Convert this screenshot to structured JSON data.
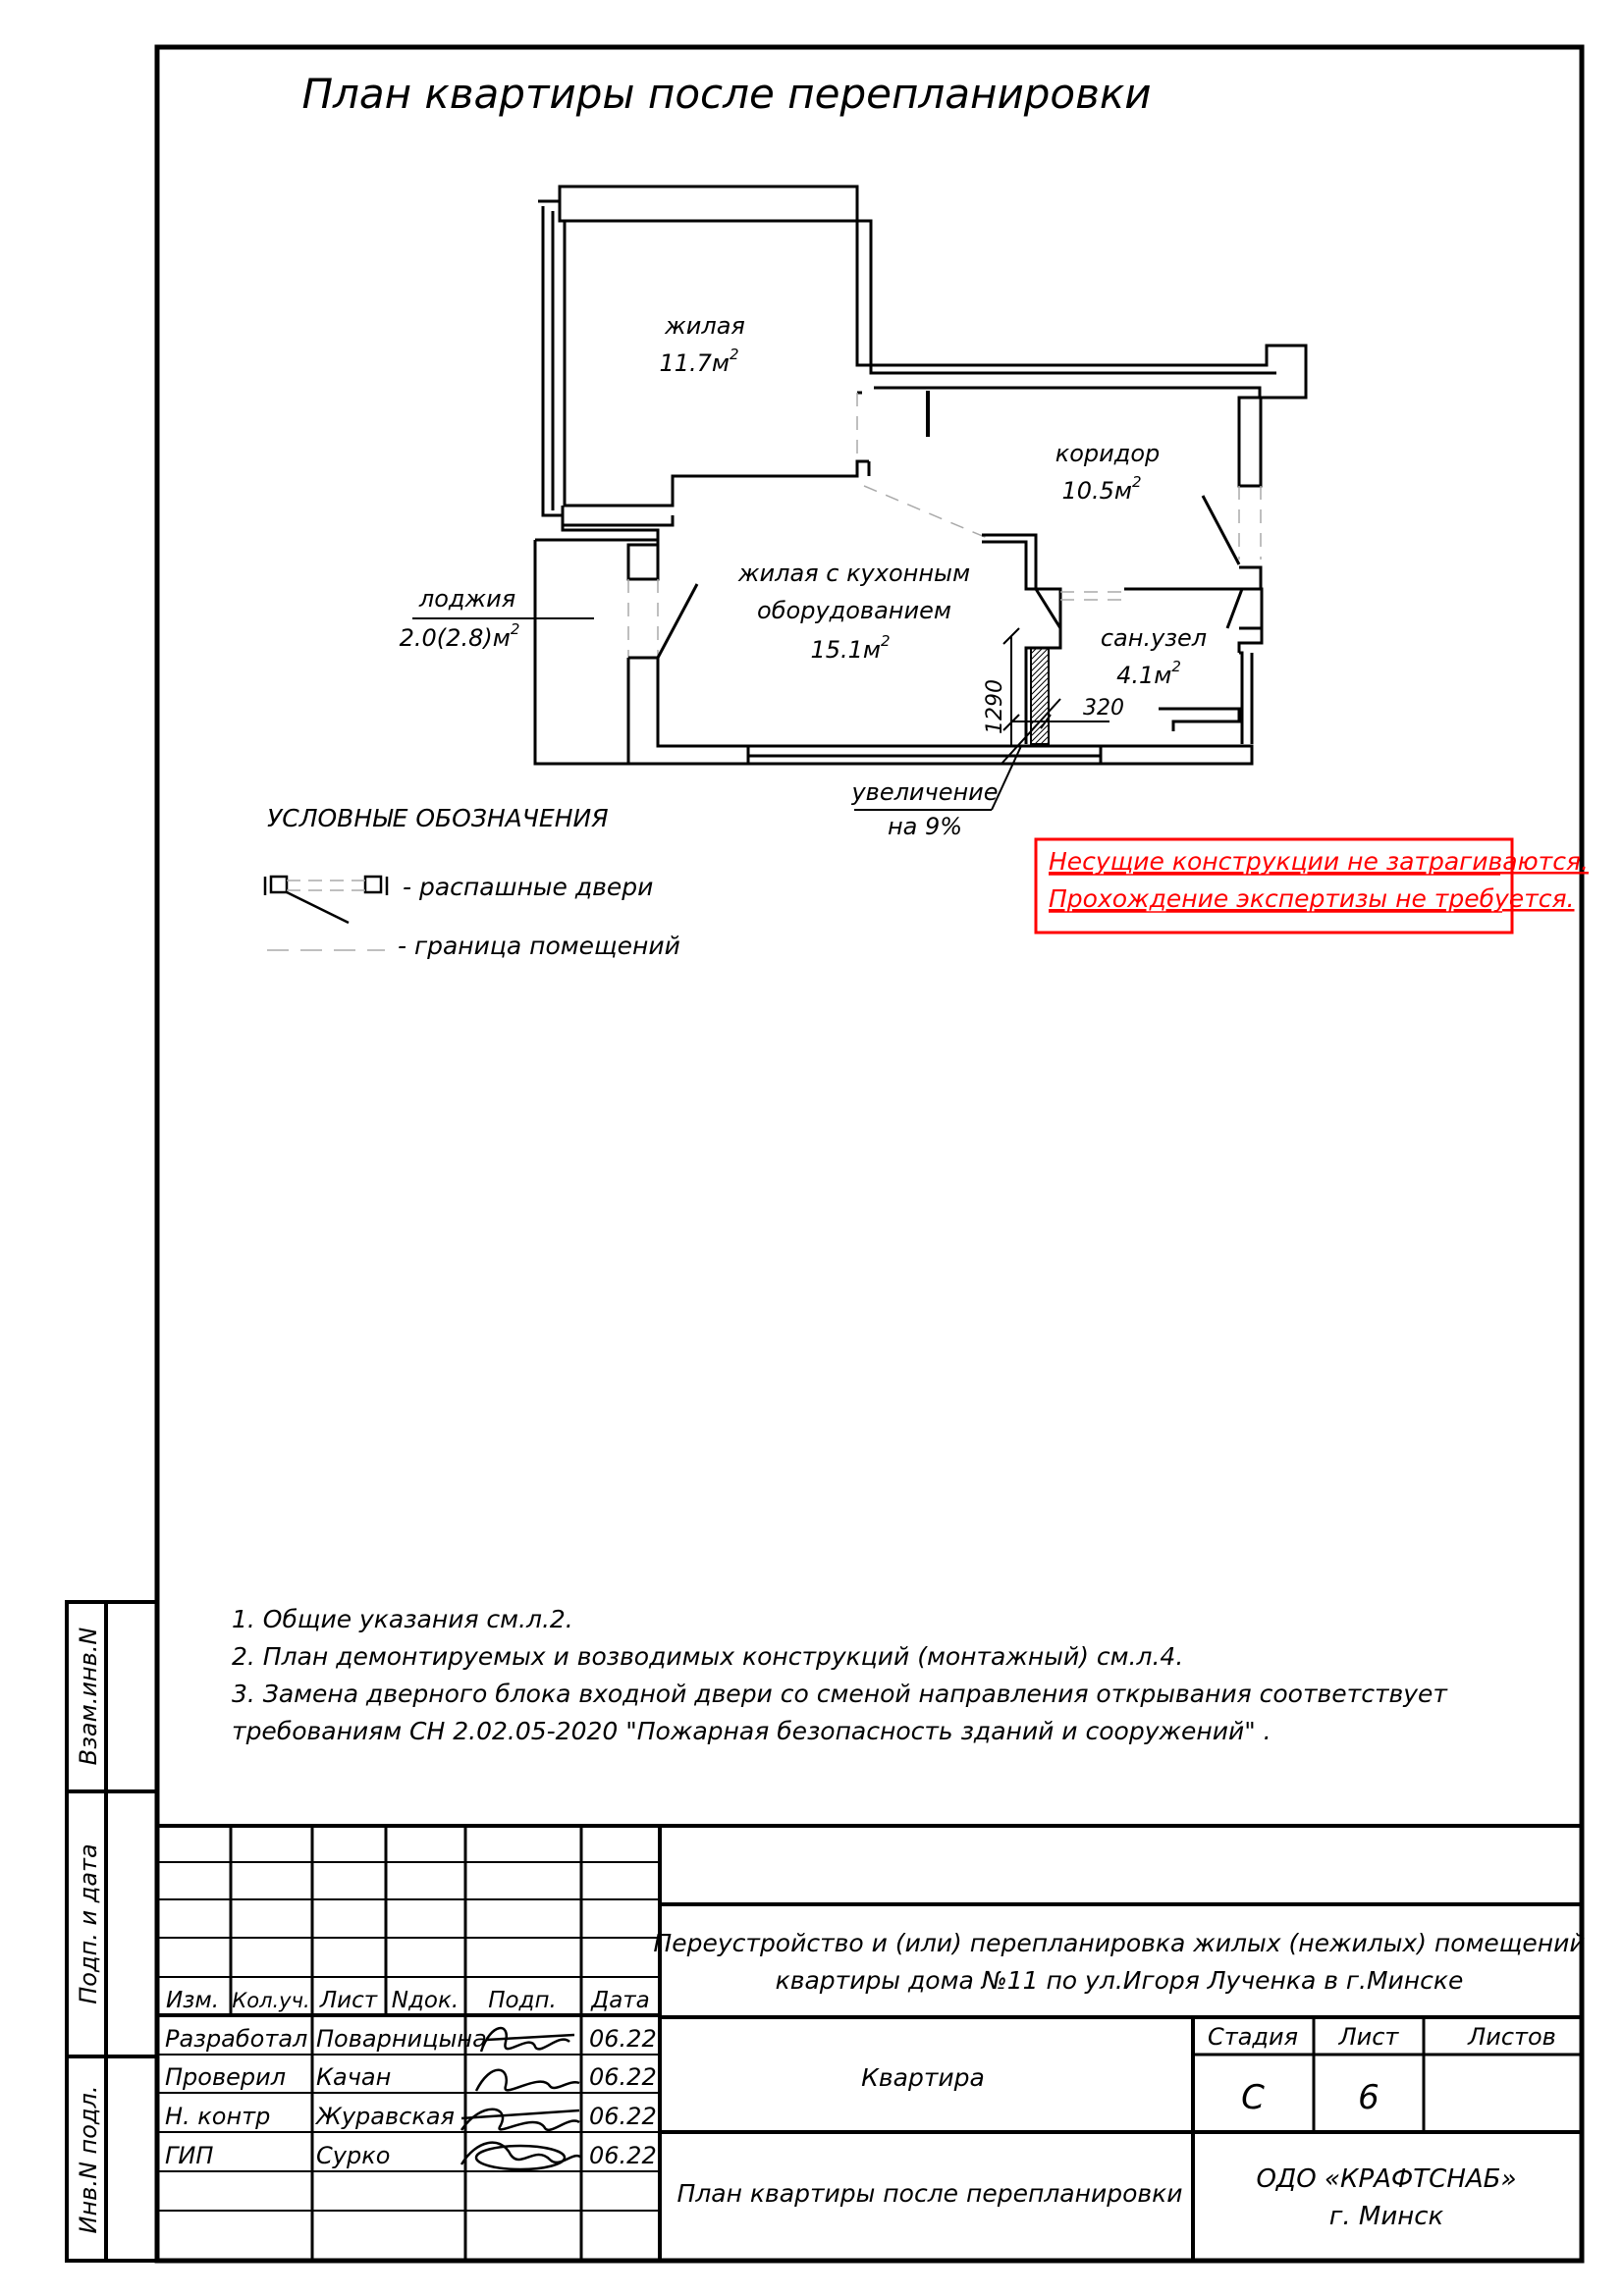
{
  "drawing": {
    "title": "План квартиры после перепланировки",
    "rooms": {
      "living1": {
        "name": "жилая",
        "area": "11.7м",
        "sup": "2"
      },
      "corridor": {
        "name": "коридор",
        "area": "10.5м",
        "sup": "2"
      },
      "living_kitchen": {
        "name_line1": "жилая с кухонным",
        "name_line2": "оборудованием",
        "area": "15.1м",
        "sup": "2"
      },
      "bathroom": {
        "name": "сан.узел",
        "area": "4.1м",
        "sup": "2"
      },
      "loggia": {
        "name": "лоджия",
        "area": "2.0(2.8)м",
        "sup": "2"
      }
    },
    "dimensions": {
      "vertical": "1290",
      "horizontal": "320"
    },
    "increase_note": {
      "line1": "увеличение",
      "line2": "на 9%"
    },
    "notice": {
      "line1": "Несущие конструкции не затрагиваются.",
      "line2": "Прохождение экспертизы не требуется.",
      "color": "#ff0000"
    }
  },
  "legend": {
    "title": "УСЛОВНЫЕ ОБОЗНАЧЕНИЯ",
    "doors": "- распашные двери",
    "boundary": "- граница помещений"
  },
  "notes": [
    "1. Общие указания см.л.2.",
    "2. План демонтируемых и возводимых конструкций (монтажный) см.л.4.",
    "3. Замена дверного блока входной двери со сменой направления открывания соответствует",
    "требованиям СН 2.02.05-2020 \"Пожарная безопасность зданий и сооружений\" ."
  ],
  "side_stamp": [
    "Взам.инв.N",
    "Подп. и дата",
    "Инв.N подл."
  ],
  "title_block": {
    "headers": [
      "Изм.",
      "Кол.уч.",
      "Лист",
      "Nдок.",
      "Подп.",
      "Дата"
    ],
    "rows": [
      {
        "role": "Разработал",
        "name": "Поварницына",
        "date": "06.22"
      },
      {
        "role": "Проверил",
        "name": "Качан",
        "date": "06.22"
      },
      {
        "role": "Н. контр",
        "name": "Журавская",
        "date": "06.22"
      },
      {
        "role": "ГИП",
        "name": "Сурко",
        "date": "06.22"
      }
    ],
    "project_line1": "Переустройство и (или) перепланировка жилых (нежилых) помещений",
    "project_line2": "квартиры дома №11 по ул.Игоря Лученка в г.Минске",
    "object": "Квартира",
    "sheet_title": "План квартиры после перепланировки",
    "stage_label": "Стадия",
    "sheet_label": "Лист",
    "sheets_label": "Листов",
    "stage": "С",
    "sheet": "6",
    "sheets": "",
    "org_line1": "ОДО «КРАФТСНАБ»",
    "org_line2": "г. Минск"
  }
}
